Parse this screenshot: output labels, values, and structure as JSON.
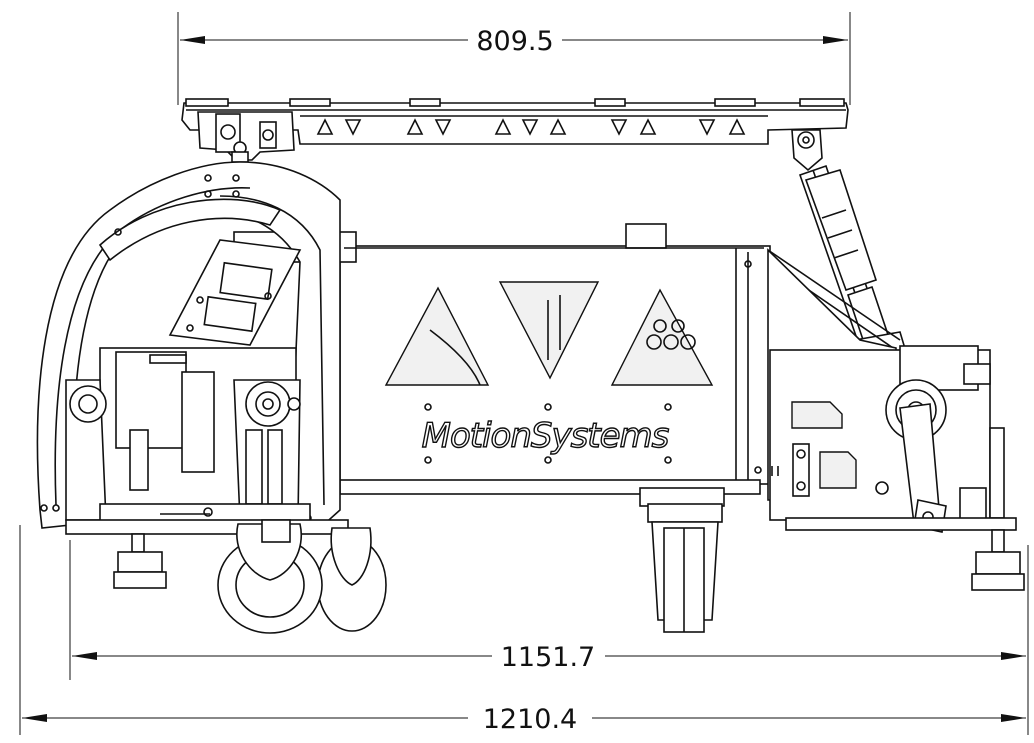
{
  "dimensions": {
    "top_width": "809.5",
    "inner_width": "1151.7",
    "overall_width": "1210.4"
  },
  "brand": {
    "logo_text": "MotionSystems"
  }
}
